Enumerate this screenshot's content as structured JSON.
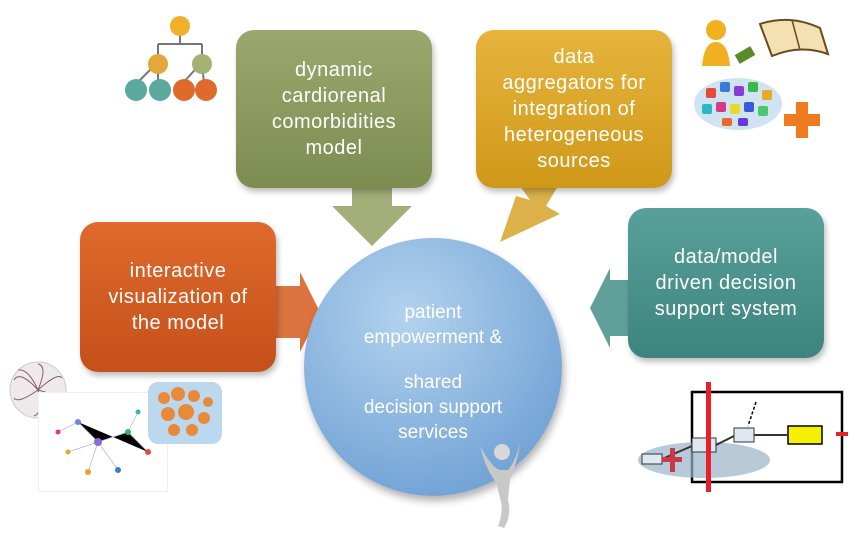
{
  "boxes": {
    "model": "dynamic\ncardiorenal\ncomorbidities\nmodel",
    "data": "data\naggregators for\nintegration of\nheterogeneous\nsources",
    "visualization": "interactive\nvisualization of\nthe model",
    "dss": "data/model\ndriven decision\nsupport system"
  },
  "center": {
    "line1": "patient\nempowerment  &",
    "line2": "shared\ndecision support\nservices"
  },
  "icons": [
    "hierarchy-tree-icon",
    "user-book-icon",
    "app-cloud-icon",
    "plus-icon",
    "network-graph-icon",
    "cluster-icon",
    "radial-tree-icon",
    "workflow-diagram-icon",
    "person-figure-icon"
  ],
  "colors": {
    "model": "#8a9a5b",
    "data": "#dba52a",
    "visualization": "#d65d22",
    "dss": "#4a938c",
    "center": "#8fb8e0"
  }
}
